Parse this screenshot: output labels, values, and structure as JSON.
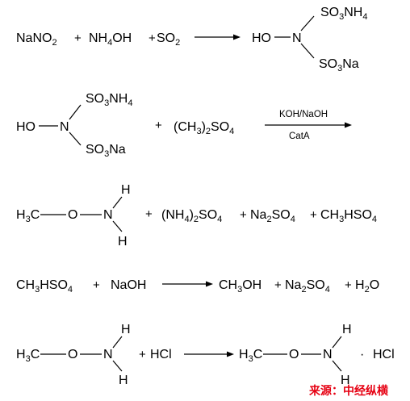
{
  "reactions": [
    {
      "reactants": [
        "NaNO2",
        "+",
        "NH4OH",
        "+",
        "SO2"
      ],
      "product_groups": {
        "center_left": "HO",
        "center": "N",
        "upper": "SO3NH4",
        "lower": "SO3Na"
      }
    },
    {
      "reactant_groups": {
        "center_left": "HO",
        "center": "N",
        "upper": "SO3NH4",
        "lower": "SO3Na"
      },
      "plus": "+",
      "reagent": "(CH3)2SO4",
      "conditions_above": "KOH/NaOH",
      "conditions_below": "CatA"
    },
    {
      "product_groups": {
        "left": "H3C",
        "oxygen": "O",
        "nitrogen": "N",
        "h_top": "H",
        "h_bottom": "H"
      },
      "others": [
        "+",
        "(NH4)2SO4",
        "+",
        "Na2SO4",
        "+",
        "CH3HSO4"
      ]
    },
    {
      "reactants": [
        "CH3HSO4",
        "+",
        "NaOH"
      ],
      "products": [
        "CH3OH",
        "+",
        "Na2SO4",
        "+",
        "H2O"
      ]
    },
    {
      "reactant_groups": {
        "left": "H3C",
        "oxygen": "O",
        "nitrogen": "N",
        "h_top": "H",
        "h_bottom": "H"
      },
      "plus": "+",
      "reagent": "HCl",
      "product_groups": {
        "left": "H3C",
        "oxygen": "O",
        "nitrogen": "N",
        "h_top": "H",
        "h_bottom": "H"
      },
      "dot": "·",
      "salt": "HCl"
    }
  ],
  "source_label": "来源：中经纵横",
  "colors": {
    "text": "#000000",
    "source": "#e60012",
    "background": "#ffffff"
  }
}
